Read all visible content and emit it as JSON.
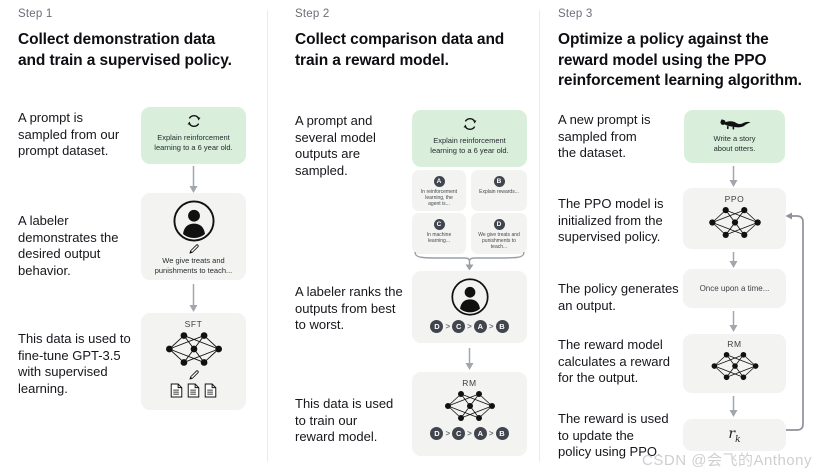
{
  "colors": {
    "prompt_card_green": "#d9efdb",
    "model_card_gray": "#f3f3f1",
    "badge_dark": "#40454e",
    "arrow_gray": "#a3a7ad",
    "watermark_gray": "#cfcfcf"
  },
  "symbols": {
    "gt": ">"
  },
  "watermark": "CSDN @会飞的Anthony",
  "steps": [
    {
      "label": "Step 1",
      "headline": "Collect demonstration data\nand train a supervised policy.",
      "captions": [
        "A prompt is\nsampled from our\nprompt dataset.",
        "A labeler\ndemonstrates the\ndesired output\nbehavior.",
        "This data is used to\nfine-tune GPT-3.5\nwith supervised\nlearning."
      ],
      "prompt_card": {
        "text": "Explain reinforcement\nlearning to a 6 year old."
      },
      "labeler_card": {
        "text": "We give treats and\npunishments to teach..."
      },
      "model_card": {
        "label": "SFT"
      }
    },
    {
      "label": "Step 2",
      "headline": "Collect comparison data and\ntrain a reward model.",
      "captions": [
        "A prompt and\nseveral model\noutputs are\nsampled.",
        "A labeler ranks the\noutputs from best\nto worst.",
        "This data is used\nto train our\nreward model."
      ],
      "prompt_card": {
        "text": "Explain reinforcement\nlearning to a 6 year old."
      },
      "outputs": [
        {
          "letter": "A",
          "text": "In reinforcement\nlearning, the\nagent is..."
        },
        {
          "letter": "B",
          "text": "Explain rewards..."
        },
        {
          "letter": "C",
          "text": "In machine\nlearning..."
        },
        {
          "letter": "D",
          "text": "We give treats and\npunishments to\nteach..."
        }
      ],
      "ranking": [
        "D",
        "C",
        "A",
        "B"
      ],
      "model_card": {
        "label": "RM"
      }
    },
    {
      "label": "Step 3",
      "headline": "Optimize a policy against the\nreward model using the PPO\nreinforcement learning algorithm.",
      "captions": [
        "A new prompt is\nsampled from\nthe dataset.",
        "The PPO model is\ninitialized from the\nsupervised policy.",
        "The policy generates\nan output.",
        "The reward model\ncalculates a reward\nfor the output.",
        "The reward is used\nto update the\npolicy using PPO."
      ],
      "prompt_card": {
        "text": "Write a story\nabout otters."
      },
      "ppo_card": {
        "label": "PPO"
      },
      "output_card": {
        "text": "Once upon a time..."
      },
      "rm_card": {
        "label": "RM"
      },
      "reward_card": {
        "main": "r",
        "sub": "k"
      }
    }
  ]
}
